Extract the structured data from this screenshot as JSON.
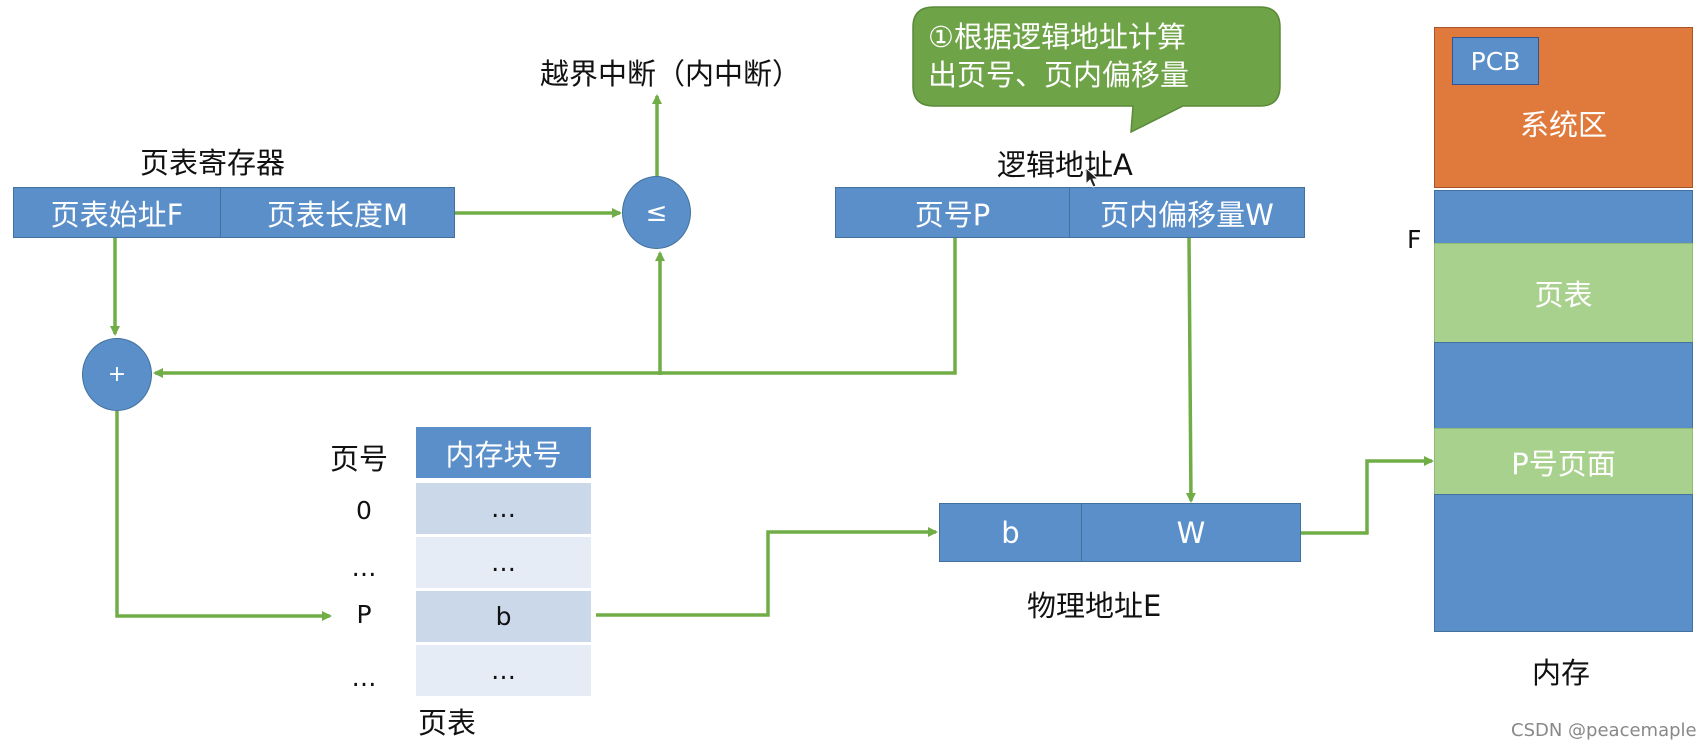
{
  "interrupt_label": "越界中断（内中断）",
  "page_table_register": {
    "title": "页表寄存器",
    "start_addr": "页表始址F",
    "length": "页表长度M"
  },
  "compare_symbol": "≤",
  "add_symbol": "+",
  "callout_text": "①根据逻辑地址计算\n出页号、页内偏移量",
  "logical_address": {
    "title": "逻辑地址A",
    "page_no": "页号P",
    "offset": "页内偏移量W"
  },
  "page_table": {
    "header_page": "页号",
    "header_block": "内存块号",
    "rows": [
      {
        "page": "0",
        "block": "…"
      },
      {
        "page": "…",
        "block": "…"
      },
      {
        "page": "P",
        "block": "b"
      },
      {
        "page": "…",
        "block": "…"
      }
    ],
    "caption": "页表"
  },
  "physical_address": {
    "block": "b",
    "offset": "W",
    "title": "物理地址E"
  },
  "memory": {
    "pcb": "PCB",
    "system_area": "系统区",
    "f_marker": "F",
    "page_table_area": "页表",
    "p_page": "P号页面",
    "caption": "内存"
  },
  "watermark": "CSDN @peacemaple",
  "colors": {
    "blue": "#5b8fc9",
    "green_arrow": "#70ad47",
    "callout_green": "#6fa348",
    "orange": "#e07a3c",
    "light_green": "#a9d18e"
  }
}
